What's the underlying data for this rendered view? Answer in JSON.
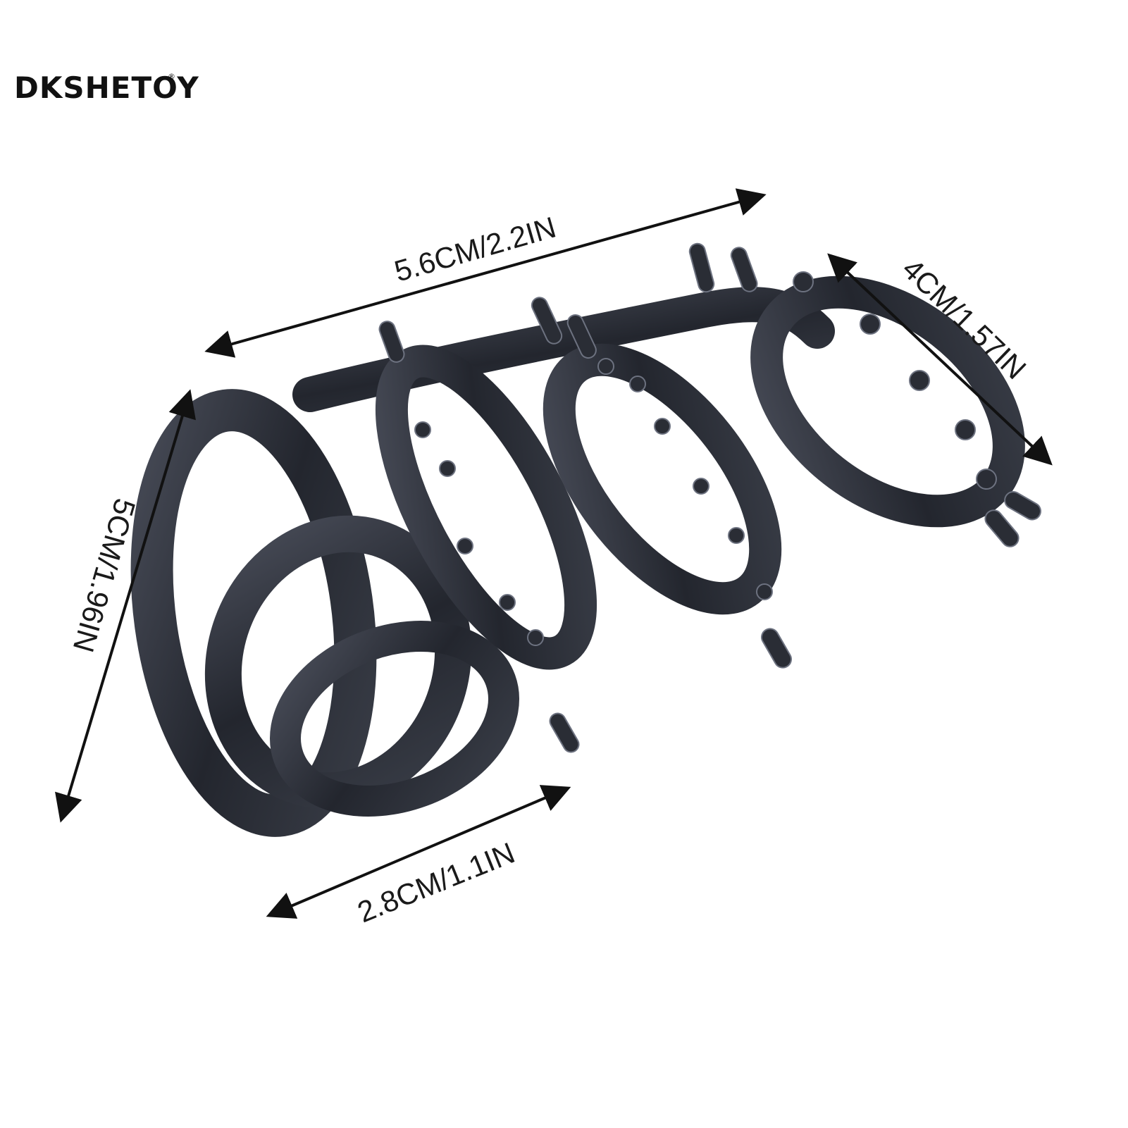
{
  "brand": {
    "name": "DKSHETOY",
    "mark": "®"
  },
  "dimensions": {
    "length": "5.6CM/2.2IN",
    "height": "5CM/1.96IN",
    "ring_width": "4CM/1.57IN",
    "inner_ring": "2.8CM/1.1IN"
  },
  "colors": {
    "background": "#ffffff",
    "product": "#2c2f38",
    "product_highlight": "#8a8f9c",
    "arrow": "#111111"
  }
}
